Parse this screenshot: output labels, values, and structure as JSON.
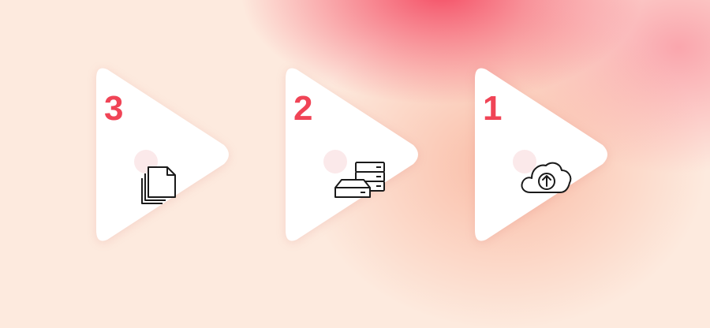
{
  "steps": [
    {
      "number": "3",
      "icon": "documents-icon"
    },
    {
      "number": "2",
      "icon": "server-storage-icon"
    },
    {
      "number": "1",
      "icon": "cloud-upload-icon"
    }
  ],
  "colors": {
    "accent": "#f04456",
    "card": "#ffffff",
    "background": "#fdeade",
    "icon_stroke": "#1a1a1a"
  }
}
